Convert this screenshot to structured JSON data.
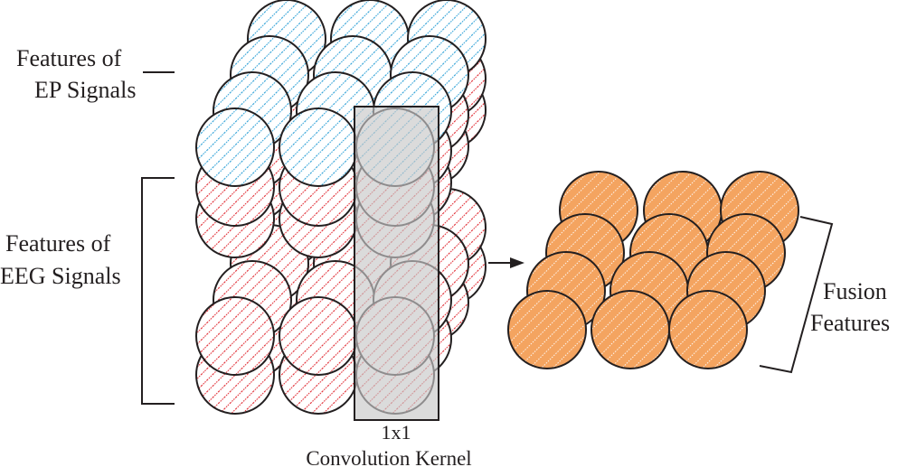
{
  "labels": {
    "ep_line1": "Features of",
    "ep_line2": "EP Signals",
    "eeg_line1": "Features of",
    "eeg_line2": "EEG Signals",
    "kernel_line1": "1x1",
    "kernel_line2": "Convolution Kernel",
    "fusion_line1": "Fusion",
    "fusion_line2": "Features"
  },
  "colors": {
    "ep": "#2a9fd6",
    "eeg": "#e0262e",
    "fusion": "#f4a460",
    "kernel": "#c8c8c8",
    "outline": "#231f20"
  }
}
